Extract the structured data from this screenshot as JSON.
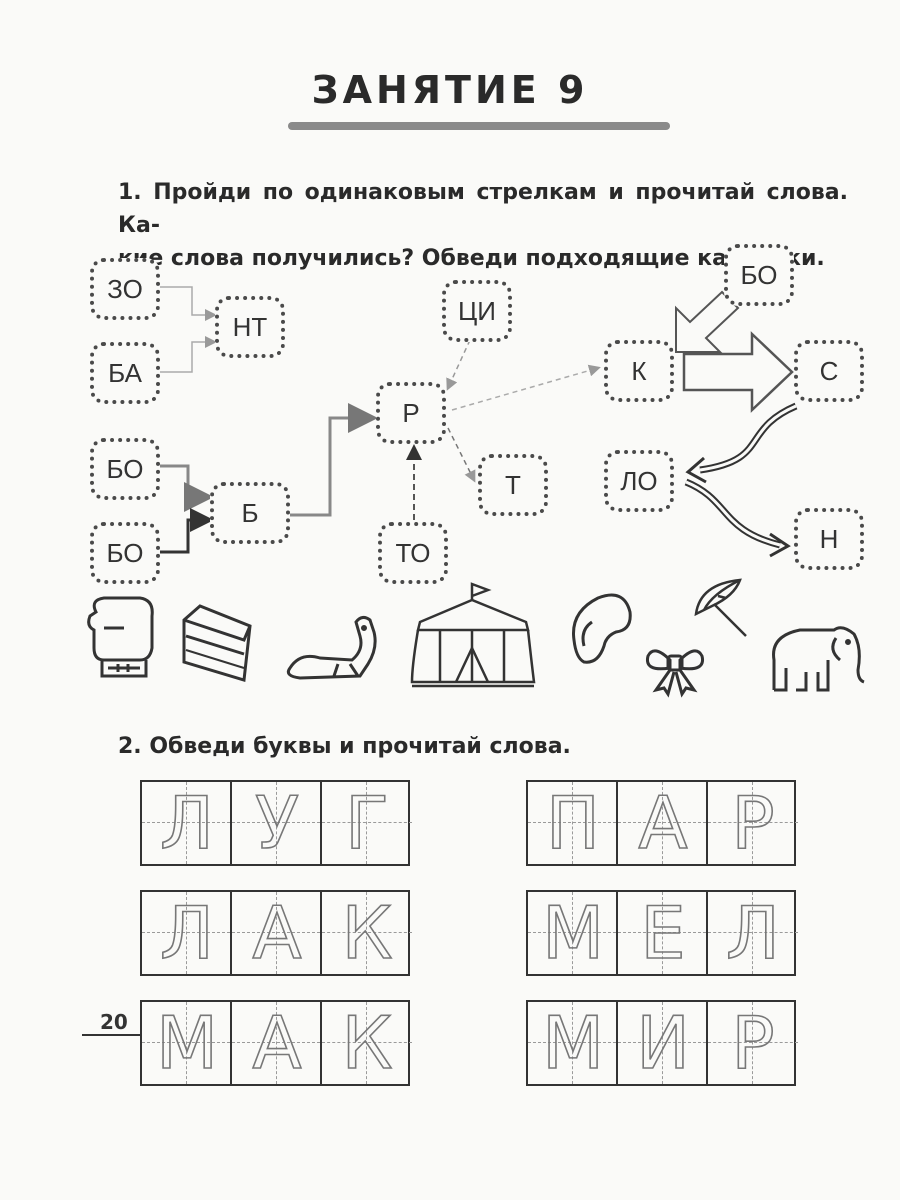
{
  "title": "ЗАНЯТИЕ 9",
  "task1": {
    "line1": "1. Пройди по одинаковым стрелкам и прочитай слова. Ка-",
    "line2": "кие слова получились? Обведи подходящие картинки."
  },
  "syllables": {
    "zo": "ЗО",
    "ba": "БА",
    "nt": "НТ",
    "ci": "ЦИ",
    "bo_top": "БО",
    "k": "К",
    "s": "С",
    "r": "Р",
    "bo_mid": "БО",
    "b": "Б",
    "t": "Т",
    "lo": "ЛО",
    "bo_low": "БО",
    "to": "ТО",
    "n": "Н"
  },
  "pictures": [
    "boxing-glove-icon",
    "cake-slice-icon",
    "beaver-icon",
    "circus-tent-icon",
    "bean-icon",
    "umbrella-icon",
    "bow-icon",
    "elephant-icon"
  ],
  "task2": "2. Обведи буквы и прочитай слова.",
  "words": {
    "luk": [
      "Л",
      "У",
      "Г"
    ],
    "par": [
      "П",
      "А",
      "Р"
    ],
    "lak": [
      "Л",
      "А",
      "К"
    ],
    "mel": [
      "М",
      "Е",
      "Л"
    ],
    "mak": [
      "М",
      "А",
      "К"
    ],
    "mir": [
      "М",
      "И",
      "Р"
    ]
  },
  "page_number": "20"
}
